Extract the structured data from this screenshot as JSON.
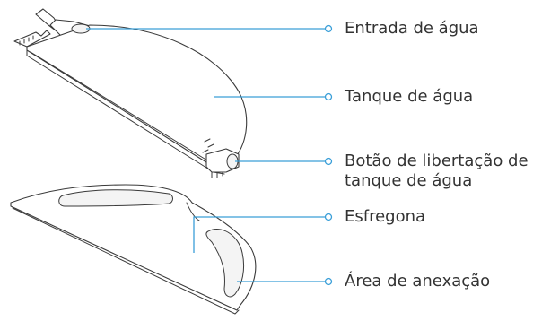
{
  "labels": {
    "water_inlet": "Entrada de água",
    "water_tank": "Tanque de água",
    "tank_release_line1": "Botão de libertação de",
    "tank_release_line2": "tanque de água",
    "mop": "Esfregona",
    "attachment_area": "Área de anexação"
  },
  "colors": {
    "callout": "#3b9fd8",
    "outline": "#3a3a3a",
    "text": "#333333"
  }
}
